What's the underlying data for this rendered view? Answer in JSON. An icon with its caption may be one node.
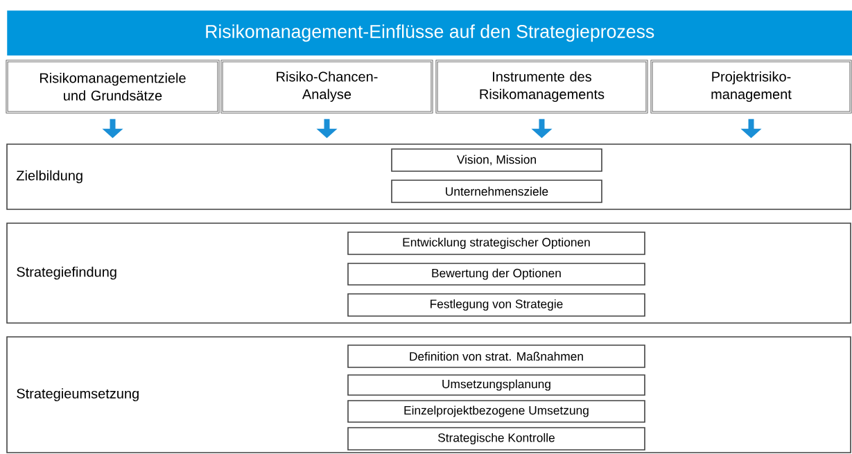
{
  "diagram": {
    "title": "Risikomanagement-Einflüsse auf den Strategieprozess",
    "nodes": [
      {
        "text": [
          "Risikomanagementziele und Grundsätze"
        ]
      },
      {
        "text": [
          "Risiko-Chancen-Analyse"
        ]
      },
      {
        "text": [
          "Instrumente des Risikomanagements"
        ]
      },
      {
        "text": [
          "Projektrisiko-management"
        ]
      },
      {
        "text": [
          "Zielbildung"
        ]
      },
      {
        "text": [
          "Vision, Mission"
        ],
        "in": 4
      },
      {
        "text": [
          "Unternehmensziele"
        ],
        "in": 4
      },
      {
        "text": [
          "Strategiefindung"
        ]
      },
      {
        "text": [
          "Entwicklung strategischer Optionen"
        ],
        "in": 7
      },
      {
        "text": [
          "Bewertung der Optionen"
        ],
        "in": 7
      },
      {
        "text": [
          "Festlegung  von Strategie"
        ],
        "in": 7
      },
      {
        "text": [
          "Strategieumsetzung"
        ]
      },
      {
        "text": [
          "Definition von strat. Maßnahmen"
        ],
        "in": 11
      },
      {
        "text": [
          "Umsetzungsplanung"
        ],
        "in": 11
      },
      {
        "text": [
          "Einzelprojektbezogene Umsetzung"
        ],
        "in": 11
      },
      {
        "text": [
          "Strategische Kontrolle"
        ],
        "in": 11
      }
    ],
    "edges": [
      {
        "from": 0,
        "to": 4,
        "arrow": "to"
      },
      {
        "from": 1,
        "to": 4,
        "arrow": "to"
      },
      {
        "from": 2,
        "to": 4,
        "arrow": "to"
      },
      {
        "from": 3,
        "to": 4,
        "arrow": "to"
      }
    ]
  }
}
